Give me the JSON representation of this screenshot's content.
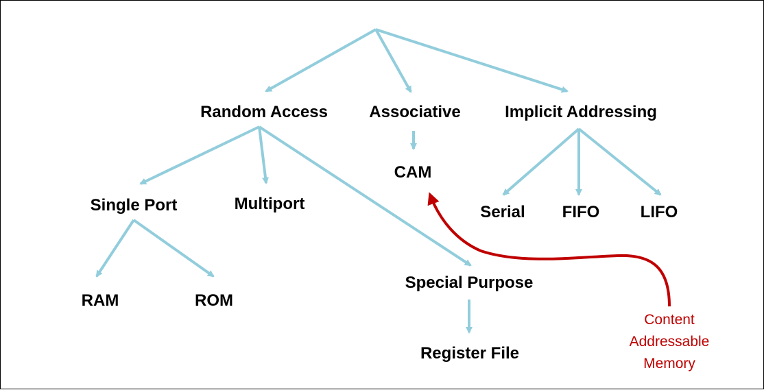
{
  "colors": {
    "edge": "#92cddc",
    "callout": "#c00000",
    "text": "#000000"
  },
  "nodes": {
    "random_access": "Random Access",
    "associative": "Associative",
    "implicit_addressing": "Implicit Addressing",
    "cam": "CAM",
    "single_port": "Single Port",
    "multiport": "Multiport",
    "serial": "Serial",
    "fifo": "FIFO",
    "lifo": "LIFO",
    "ram": "RAM",
    "rom": "ROM",
    "special_purpose": "Special Purpose",
    "register_file": "Register File"
  },
  "callout": {
    "line1": "Content",
    "line2": "Addressable",
    "line3": "Memory"
  }
}
